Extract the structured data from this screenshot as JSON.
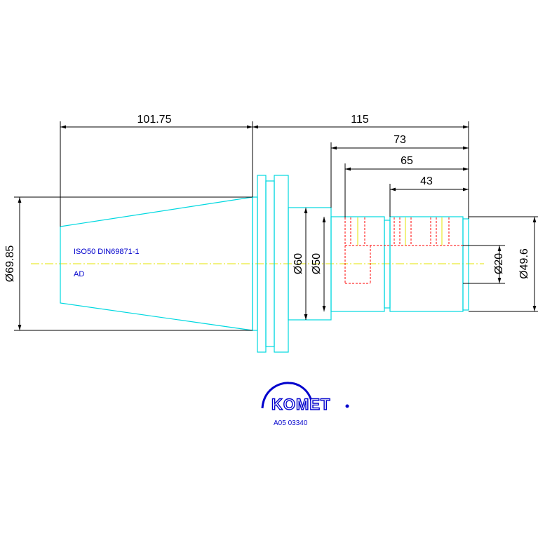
{
  "dimensions": {
    "len_taper": "101.75",
    "len_total": "115",
    "len_73": "73",
    "len_65": "65",
    "len_43": "43",
    "dia_taper": "Ø69.85",
    "dia_60": "Ø60",
    "dia_50": "Ø50",
    "dia_20": "Ø20",
    "dia_49_6": "Ø49.6"
  },
  "notes": {
    "standard": "ISO50 DIN69871-1",
    "variant": "AD"
  },
  "logo": {
    "brand": "KOMET",
    "code": "A05 03340"
  },
  "colors": {
    "outline": "#00d8e0",
    "dimension": "#000000",
    "hidden": "#ff0000",
    "centerline": "#e6e600",
    "text_blue": "#0000cc"
  }
}
